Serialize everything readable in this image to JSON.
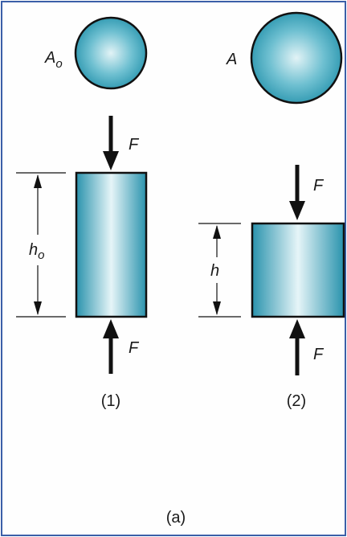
{
  "figure": {
    "label": "(a)",
    "border_color": "#3b5fa8",
    "fill_color": "#2a9ab3",
    "highlight_color": "#eaf6f8",
    "stroke_color": "#111111"
  },
  "specimens": [
    {
      "number_label": "(1)",
      "area_symbol": "A",
      "area_subscript": "o",
      "force_label_top": "F",
      "force_label_bottom": "F",
      "height_symbol": "h",
      "height_subscript": "o"
    },
    {
      "number_label": "(2)",
      "area_symbol": "A",
      "area_subscript": "",
      "force_label_top": "F",
      "force_label_bottom": "F",
      "height_symbol": "h",
      "height_subscript": ""
    }
  ]
}
